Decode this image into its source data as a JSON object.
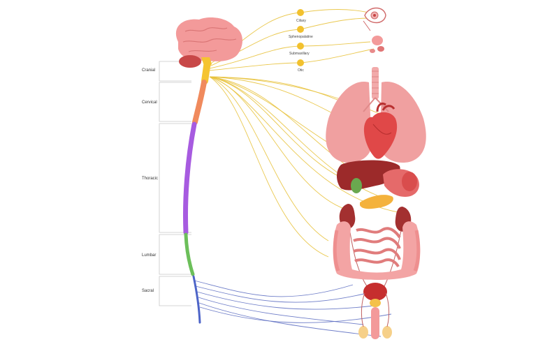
{
  "regions": [
    "Cranial",
    "Cervical",
    "Thoracic",
    "Lumbar",
    "Sacral"
  ],
  "ganglia": [
    "Ciliary",
    "Sphenopalatine",
    "Submaxillary",
    "Otic"
  ],
  "colors": {
    "cranial": "#f5c431",
    "cervical": "#f08a5d",
    "thoracic": "#a75be0",
    "lumbar": "#6cbf5a",
    "sacral": "#4d64c8",
    "parasympathetic_nerve": "#e8c23c",
    "sacral_nerve": "#5e6fc2",
    "brain": "#f39a9a",
    "organ_red": "#e04848",
    "lung": "#f0a0a0",
    "liver": "#9c2a2a",
    "intestine": "#f3a4a4",
    "pancreas": "#f4b23c",
    "gallbladder": "#6aa84f"
  },
  "organs": [
    "eye-icon",
    "salivary-gland-icon",
    "lungs-icon",
    "heart-icon",
    "liver-icon",
    "stomach-icon",
    "pancreas-icon",
    "kidneys-icon",
    "intestines-icon",
    "bladder-icon",
    "reproductive-organs-icon"
  ]
}
